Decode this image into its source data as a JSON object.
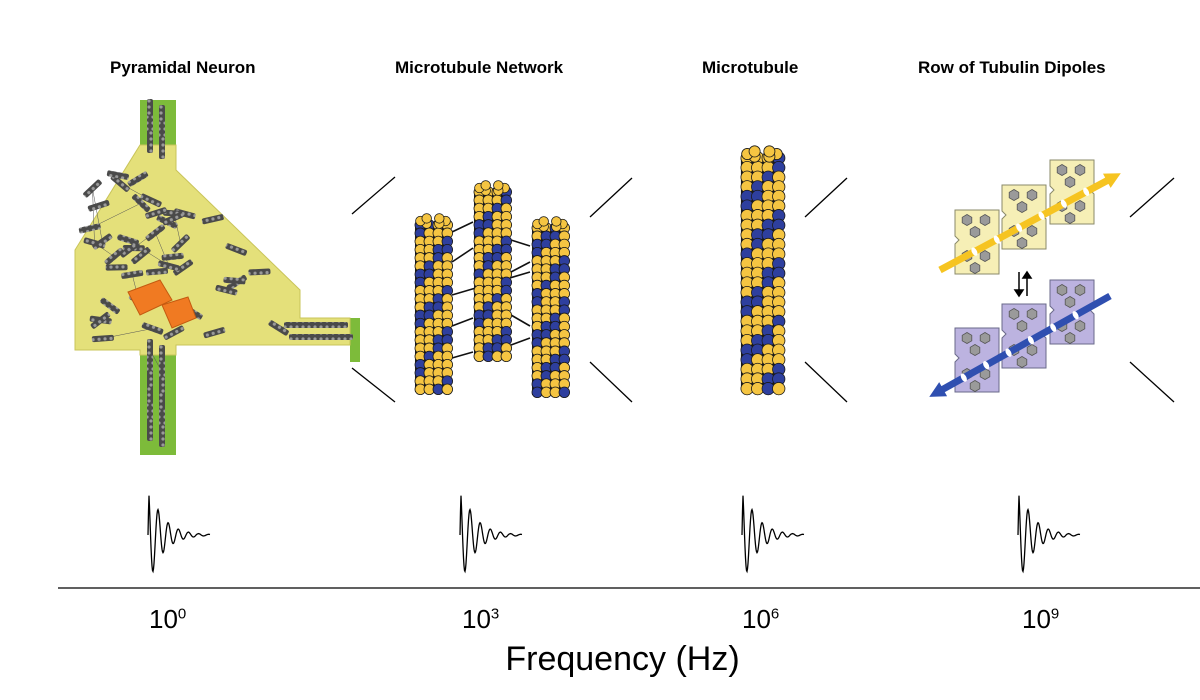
{
  "panels": [
    {
      "title": "Pyramidal Neuron",
      "exponent_base": "10",
      "exponent": "0"
    },
    {
      "title": "Microtubule Network",
      "exponent_base": "10",
      "exponent": "3"
    },
    {
      "title": "Microtubule",
      "exponent_base": "10",
      "exponent": "6"
    },
    {
      "title": "Row of Tubulin Dipoles",
      "exponent_base": "10",
      "exponent": "9"
    }
  ],
  "axis": {
    "label": "Frequency (Hz)"
  },
  "colors": {
    "tubulin_yellow": "#f5c542",
    "tubulin_blue": "#2e3f9e",
    "neuron_yellow": "#e4e07a",
    "neuron_green": "#7dbb3a",
    "nucleus_orange": "#f07a22",
    "dipole_yellow": "#f6c421",
    "dipole_blue": "#2f4fb0"
  }
}
